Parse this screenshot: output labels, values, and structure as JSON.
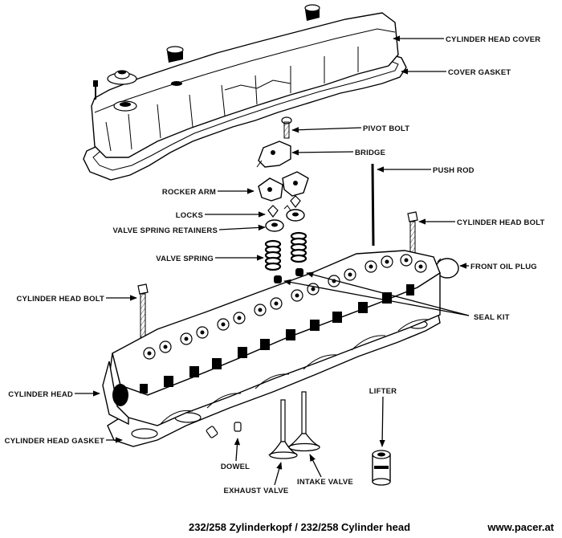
{
  "labels": {
    "cylinder_head_cover": "CYLINDER HEAD COVER",
    "cover_gasket": "COVER GASKET",
    "pivot_bolt": "PIVOT BOLT",
    "bridge": "BRIDGE",
    "push_rod": "PUSH ROD",
    "rocker_arm": "ROCKER ARM",
    "cylinder_head_bolt_right": "CYLINDER HEAD BOLT",
    "locks": "LOCKS",
    "valve_spring_retainers": "VALVE SPRING RETAINERS",
    "front_oil_plug": "FRONT OIL PLUG",
    "valve_spring": "VALVE SPRING",
    "cylinder_head_bolt_left": "CYLINDER HEAD BOLT",
    "seal_kit": "SEAL KIT",
    "lifter": "LIFTER",
    "cylinder_head": "CYLINDER HEAD",
    "cylinder_head_gasket": "CYLINDER HEAD GASKET",
    "dowel": "DOWEL",
    "exhaust_valve": "EXHAUST VALVE",
    "intake_valve": "INTAKE VALVE"
  },
  "caption": {
    "title": "232/258 Zylinderkopf / 232/258 Cylinder head",
    "website": "www.pacer.at"
  }
}
